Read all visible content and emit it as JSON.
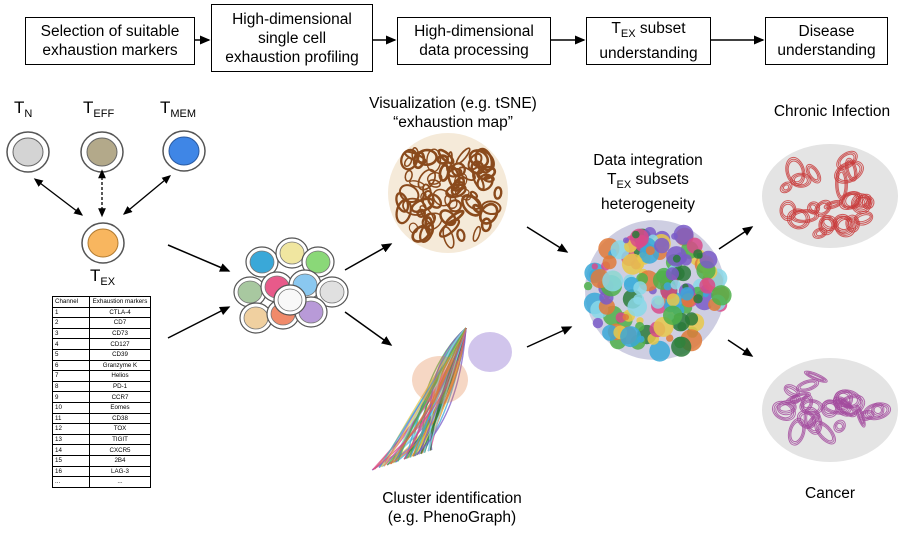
{
  "workflow": {
    "steps": [
      {
        "line1": "Selection of suitable",
        "line2": "exhaustion markers"
      },
      {
        "line1": "High-dimensional",
        "line2": "single cell",
        "line3": "exhaustion profiling"
      },
      {
        "line1": "High-dimensional",
        "line2": "data processing"
      },
      {
        "main1": "T",
        "sub1": "EX",
        "rest1": " subset",
        "line2": "understanding"
      },
      {
        "line1": "Disease",
        "line2": "understanding"
      }
    ]
  },
  "cells": {
    "tn": {
      "main": "T",
      "sub": "N",
      "fill": "#d4d4d4"
    },
    "teff": {
      "main": "T",
      "sub": "EFF",
      "fill": "#b3a98a"
    },
    "tmem": {
      "main": "T",
      "sub": "MEM",
      "fill": "#3f86e6"
    },
    "tex": {
      "main": "T",
      "sub": "EX",
      "fill": "#f8b65f"
    }
  },
  "markers_table": {
    "header": {
      "channel": "Channel",
      "marker": "Exhaustion markers"
    },
    "rows": [
      {
        "channel": "1",
        "marker": "CTLA-4"
      },
      {
        "channel": "2",
        "marker": "CD7"
      },
      {
        "channel": "3",
        "marker": "CD73"
      },
      {
        "channel": "4",
        "marker": "CD127"
      },
      {
        "channel": "5",
        "marker": "CD39"
      },
      {
        "channel": "6",
        "marker": "Granzyme K"
      },
      {
        "channel": "7",
        "marker": "Helios"
      },
      {
        "channel": "8",
        "marker": "PD-1"
      },
      {
        "channel": "9",
        "marker": "CCR7"
      },
      {
        "channel": "10",
        "marker": "Eomes"
      },
      {
        "channel": "11",
        "marker": "CD38"
      },
      {
        "channel": "12",
        "marker": "TOX"
      },
      {
        "channel": "13",
        "marker": "TIGIT"
      },
      {
        "channel": "14",
        "marker": "CXCR5"
      },
      {
        "channel": "15",
        "marker": "2B4"
      },
      {
        "channel": "16",
        "marker": "LAG-3"
      },
      {
        "channel": "...",
        "marker": "..."
      }
    ]
  },
  "visualization": {
    "line1": "Visualization (e.g. tSNE)",
    "line2": "“exhaustion map”",
    "color": "#8a4a1c"
  },
  "cluster": {
    "line1": "Cluster identification",
    "line2": "(e.g. PhenoGraph)"
  },
  "integration": {
    "line1": "Data integration",
    "main": "T",
    "sub": "EX",
    "rest": " subsets",
    "line3": "heterogeneity"
  },
  "outcomes": {
    "chronic": {
      "label": "Chronic Infection",
      "color": "#c83a3a"
    },
    "cancer": {
      "label": "Cancer",
      "color": "#a24a9e"
    }
  },
  "cluster_colors": [
    "#e8c84a",
    "#4fb04a",
    "#7a5ac8",
    "#e07a3a",
    "#3aa8d8",
    "#d84a8a",
    "#2a7a3a",
    "#8ad8e8"
  ]
}
